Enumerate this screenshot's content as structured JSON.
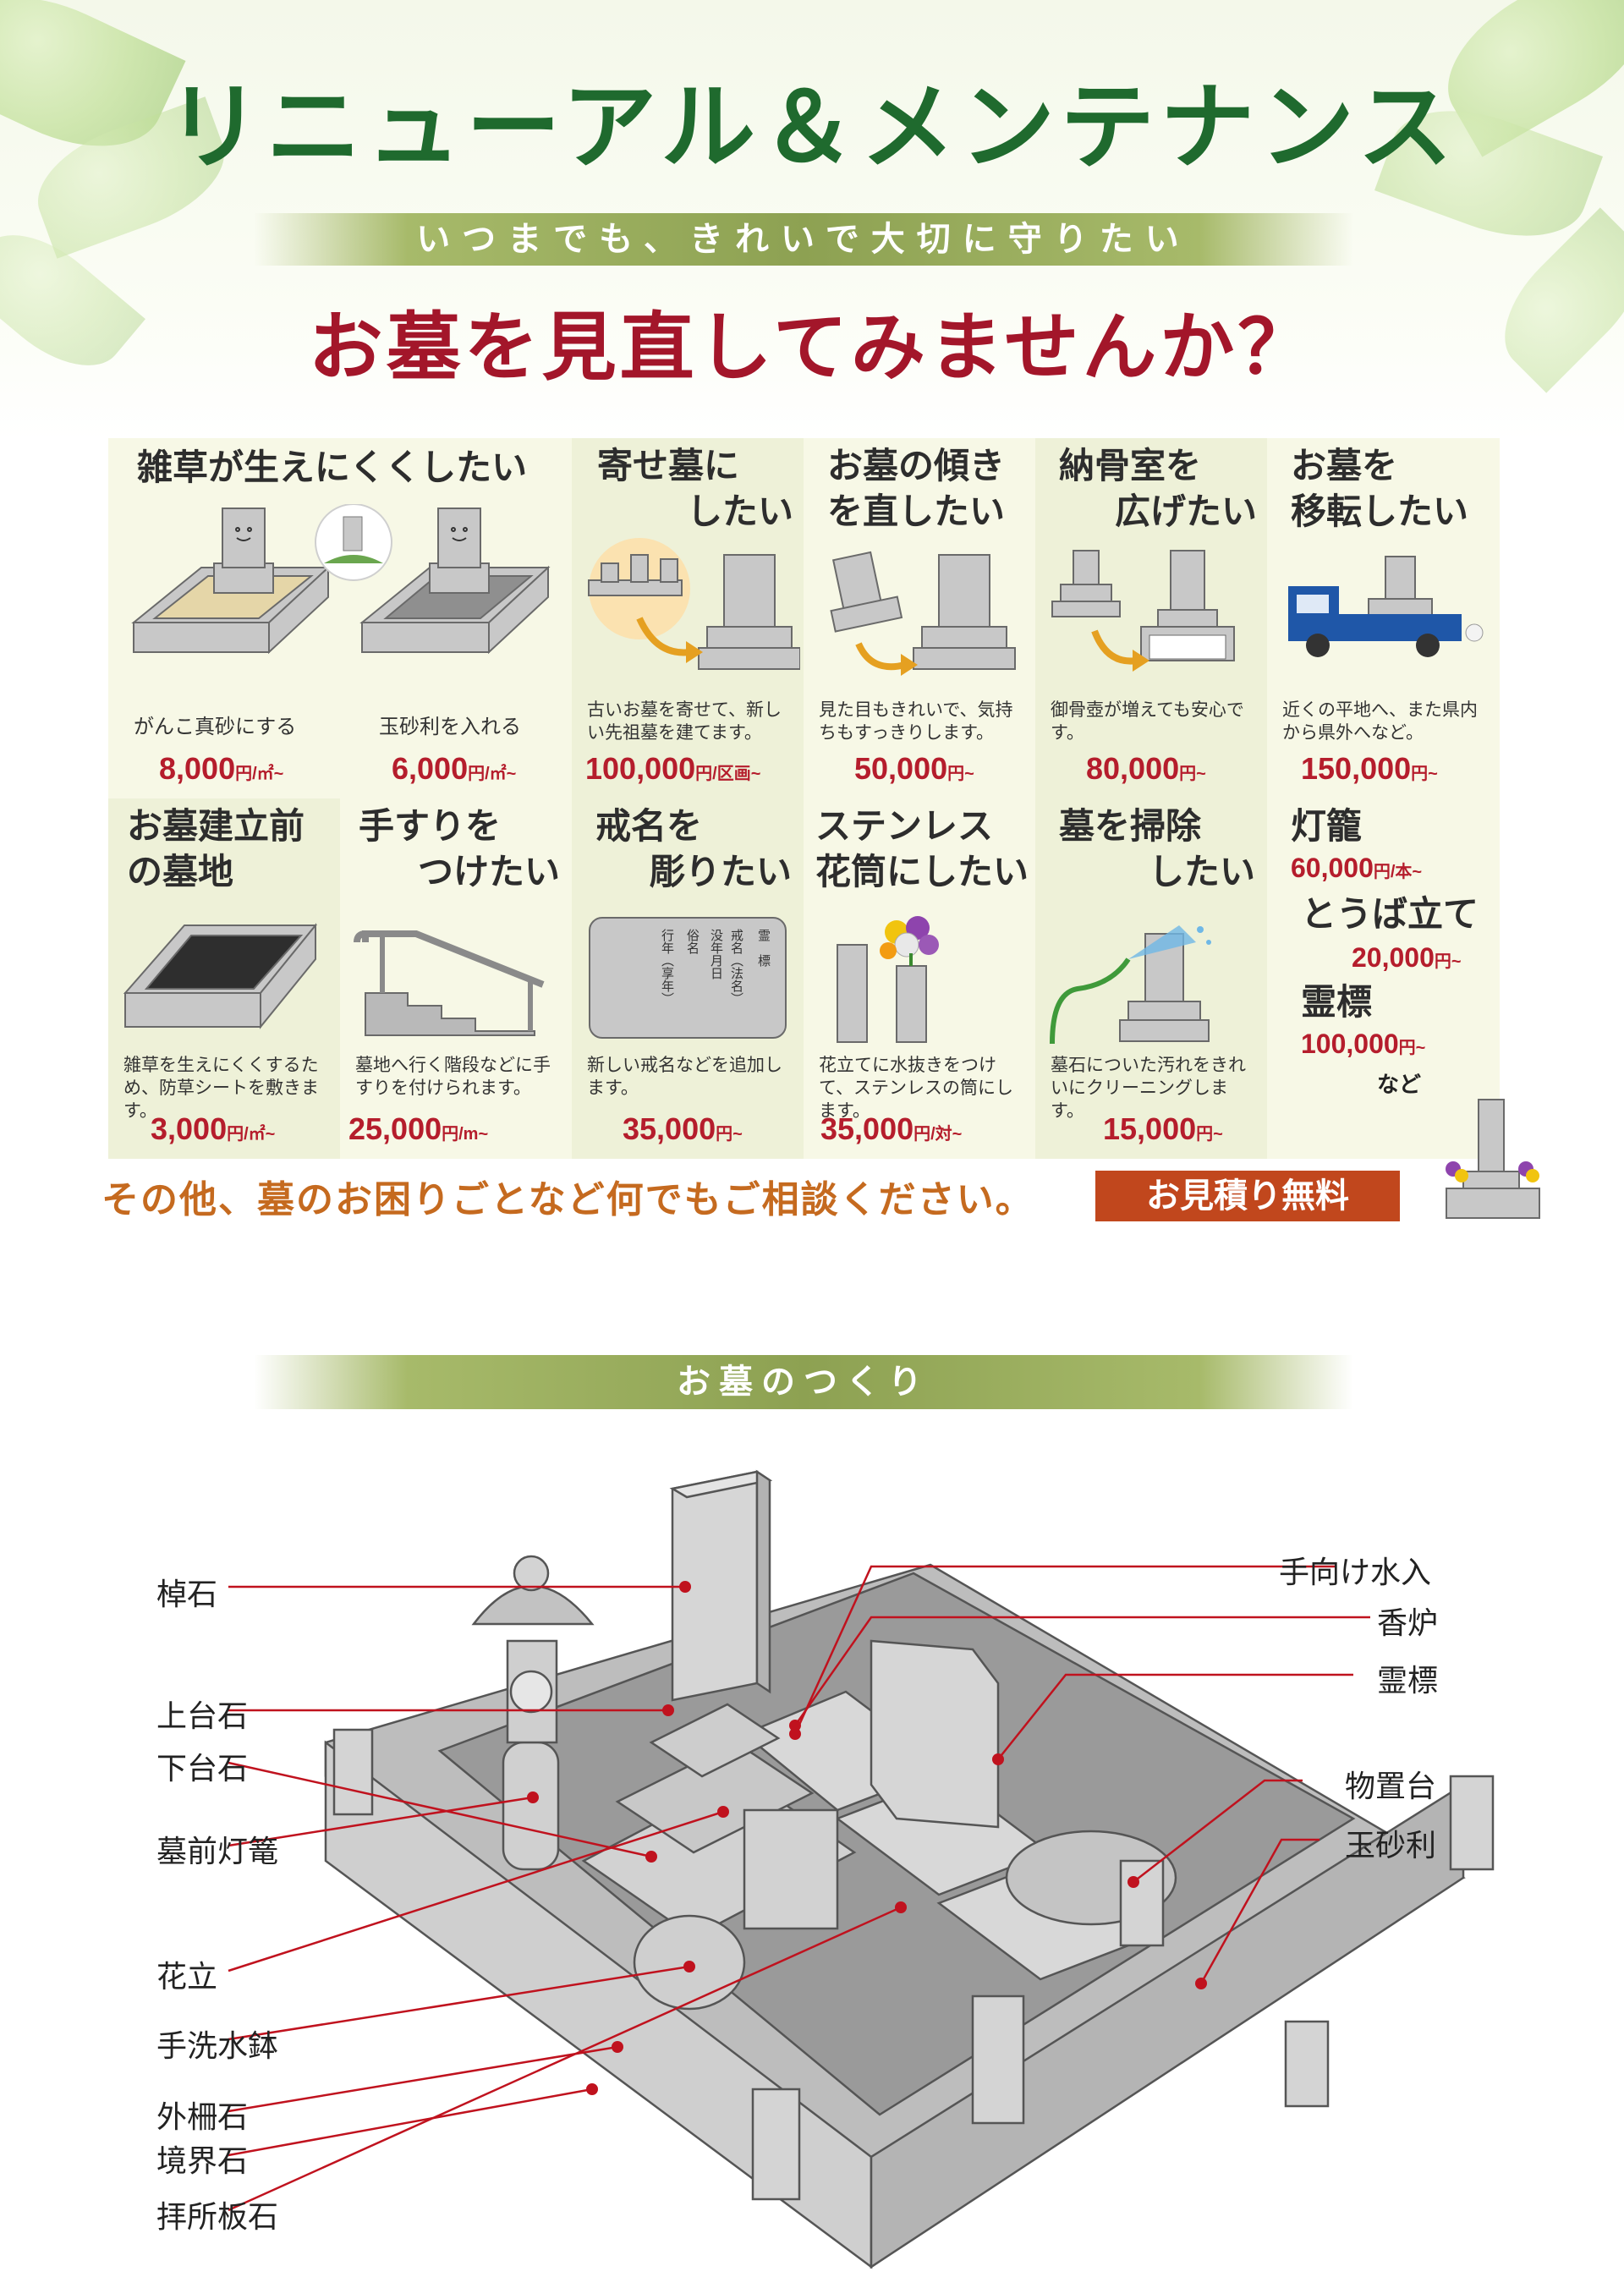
{
  "header": {
    "title": "リニューアル＆メンテナンス",
    "subtitle": "いつまでも、きれいで大切に守りたい",
    "headline": "お墓を見直してみませんか？"
  },
  "services_row1": [
    {
      "title": "雑草が生えにくくしたい",
      "desc_a": "がんこ真砂にする",
      "price_a": "8,000",
      "unit_a": "円/㎡~",
      "desc_b": "玉砂利を入れる",
      "price_b": "6,000",
      "unit_b": "円/㎡~"
    },
    {
      "title_l1": "寄せ墓に",
      "title_l2": "したい",
      "desc": "古いお墓を寄せて、新しい先祖墓を建てます。",
      "price": "100,000",
      "unit": "円/区画~"
    },
    {
      "title_l1": "お墓の傾き",
      "title_l2": "を直したい",
      "desc": "見た目もきれいで、気持ちもすっきりします。",
      "price": "50,000",
      "unit": "円~"
    },
    {
      "title_l1": "納骨室を",
      "title_l2": "広げたい",
      "desc": "御骨壺が増えても安心です。",
      "price": "80,000",
      "unit": "円~"
    },
    {
      "title_l1": "お墓を",
      "title_l2": "移転したい",
      "desc": "近くの平地へ、また県内から県外へなど。",
      "price": "150,000",
      "unit": "円~"
    }
  ],
  "services_row2": [
    {
      "title_l1": "お墓建立前",
      "title_l2": "の墓地",
      "desc": "雑草を生えにくくするため、防草シートを敷きます。",
      "price": "3,000",
      "unit": "円/㎡~"
    },
    {
      "title_l1": "手すりを",
      "title_l2": "つけたい",
      "desc": "墓地へ行く階段などに手すりを付けられます。",
      "price": "25,000",
      "unit": "円/m~"
    },
    {
      "title_l1": "戒名を",
      "title_l2": "彫りたい",
      "desc": "新しい戒名などを追加します。",
      "price": "35,000",
      "unit": "円~"
    },
    {
      "title_l1": "ステンレス",
      "title_l2": "花筒にしたい",
      "desc": "花立てに水抜きをつけて、ステンレスの筒にします。",
      "price": "35,000",
      "unit": "円/対~"
    },
    {
      "title_l1": "墓を掃除",
      "title_l2": "したい",
      "desc": "墓石についた汚れをきれいにクリーニングします。",
      "price": "15,000",
      "unit": "円~"
    },
    {
      "item1": "灯籠",
      "price1": "60,000",
      "unit1": "円/本~",
      "item2": "とうば立て",
      "price2": "20,000",
      "unit2": "円~",
      "item3": "霊標",
      "price3": "100,000",
      "unit3": "円~",
      "note": "など"
    }
  ],
  "plaque": {
    "l1": "霊　標",
    "l2": "戒名（法名）",
    "l3": "没年月日",
    "l4": "俗名",
    "l5": "行年（享年）"
  },
  "footer": {
    "consult": "その他、墓のお困りごとなど何でもご相談ください。",
    "estimate": "お見積り無料"
  },
  "structure": {
    "title": "お墓のつくり",
    "labels_left": [
      "棹石",
      "上台石",
      "下台石",
      "墓前灯篭",
      "花立",
      "手洗水鉢",
      "外柵石",
      "境界石",
      "拝所板石"
    ],
    "labels_right": [
      "手向け水入",
      "香炉",
      "霊標",
      "物置台",
      "玉砂利"
    ]
  }
}
